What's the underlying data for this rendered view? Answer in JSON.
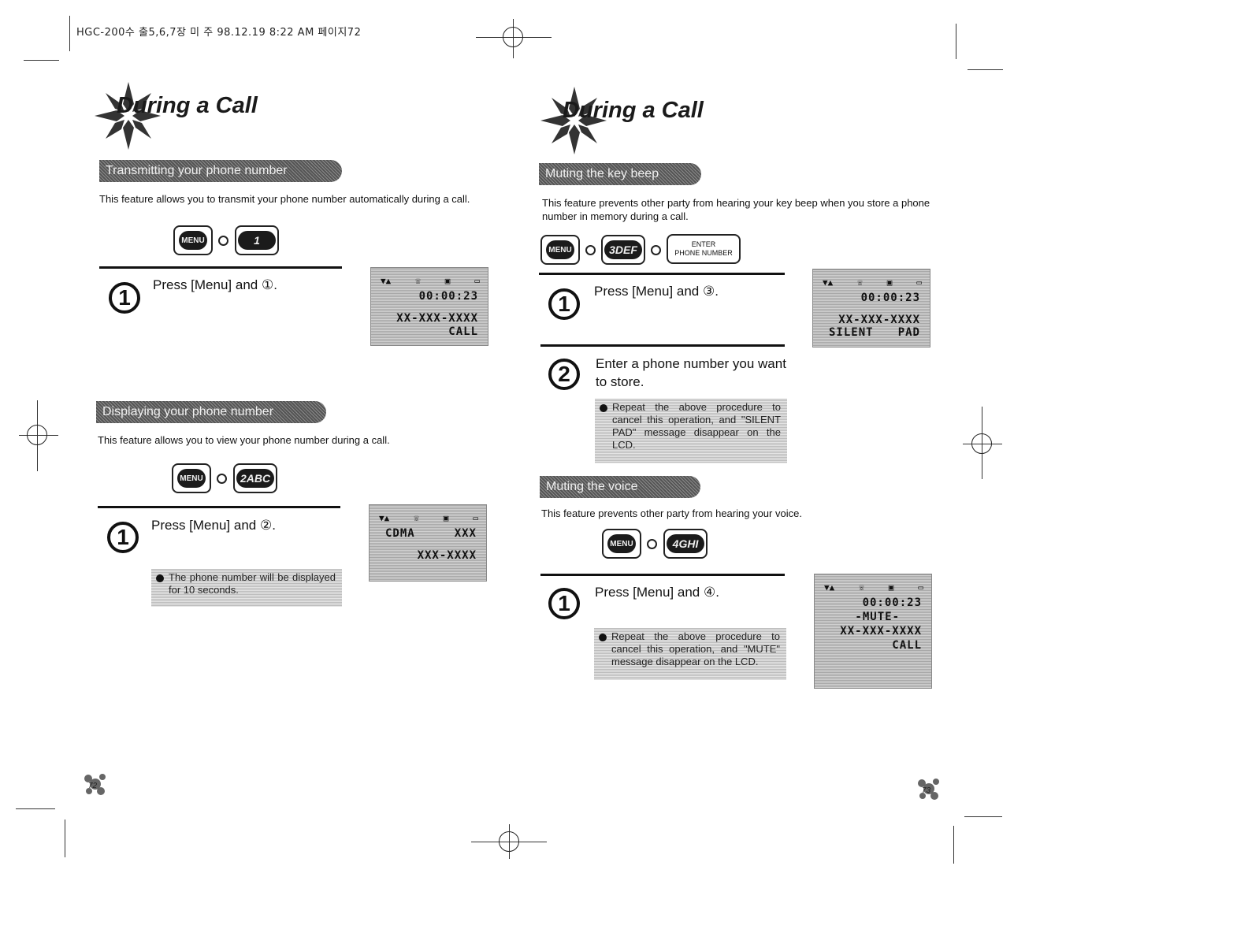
{
  "header": {
    "meta": "HGC-200수 출5,6,7장 미 주  98.12.19 8:22 AM    페이지72"
  },
  "left": {
    "title": "During a Call",
    "sections": [
      {
        "heading": "Transmitting your phone number",
        "description": "This feature allows you to transmit your phone number automatically during a call.",
        "keys": [
          "MENU",
          "1"
        ],
        "step_text": "Press [Menu] and ①.",
        "lcd": {
          "time": "00:00:23",
          "line1": "XX-XXX-XXXX",
          "line2": "CALL"
        }
      },
      {
        "heading": "Displaying your phone number",
        "description": "This feature allows you  to view your phone number during a call.",
        "keys": [
          "MENU",
          "2ABC"
        ],
        "step_text": "Press [Menu] and ②.",
        "note": "The phone number will be displayed for 10 seconds.",
        "lcd": {
          "left": "CDMA",
          "right": "XXX",
          "line1": "XXX-XXXX"
        }
      }
    ]
  },
  "right": {
    "title": "During a Call",
    "sections": [
      {
        "heading": "Muting the key beep",
        "description": "This feature prevents other party from hearing your key beep when you store a phone number in memory during a call.",
        "keys": [
          "MENU",
          "3DEF"
        ],
        "enter_key": [
          "ENTER",
          "PHONE NUMBER"
        ],
        "step1_text": "Press [Menu] and ③.",
        "step2_text": "Enter a phone number you want to store.",
        "note": "Repeat the above procedure to cancel this operation, and \"SILENT PAD\" message disappear on the LCD.",
        "lcd": {
          "time": "00:00:23",
          "line1": "XX-XXX-XXXX",
          "line2a": "SILENT",
          "line2b": "PAD"
        }
      },
      {
        "heading": "Muting the voice",
        "description": "This feature prevents other party from hearing your voice.",
        "keys": [
          "MENU",
          "4GHI"
        ],
        "step_text": "Press [Menu] and ④.",
        "note": "Repeat the above procedure to cancel this operation, and \"MUTE\" message disappear on the LCD.",
        "lcd": {
          "time": "00:00:23",
          "mute": "-MUTE-",
          "line1": "XX-XXX-XXXX",
          "line2": "CALL"
        }
      }
    ]
  },
  "step_numbers": [
    "1",
    "2"
  ],
  "page_numbers": [
    "72",
    "73"
  ]
}
